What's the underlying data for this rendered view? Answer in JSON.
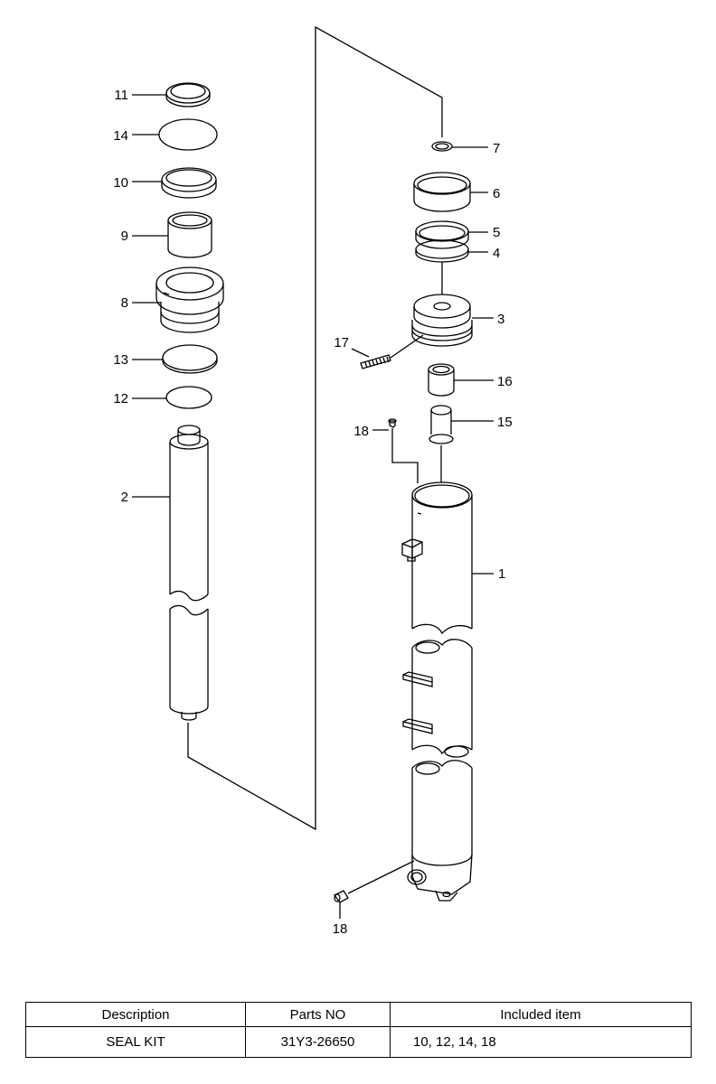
{
  "callouts": {
    "c1": "1",
    "c2": "2",
    "c3": "3",
    "c4": "4",
    "c5": "5",
    "c6": "6",
    "c7": "7",
    "c8": "8",
    "c9": "9",
    "c10": "10",
    "c11": "11",
    "c12": "12",
    "c13": "13",
    "c14": "14",
    "c15": "15",
    "c16": "16",
    "c17": "17",
    "c18a": "18",
    "c18b": "18"
  },
  "table": {
    "headers": [
      "Description",
      "Parts NO",
      "Included item"
    ],
    "rows": [
      [
        "SEAL KIT",
        "31Y3-26650",
        "10, 12, 14, 18"
      ]
    ]
  }
}
